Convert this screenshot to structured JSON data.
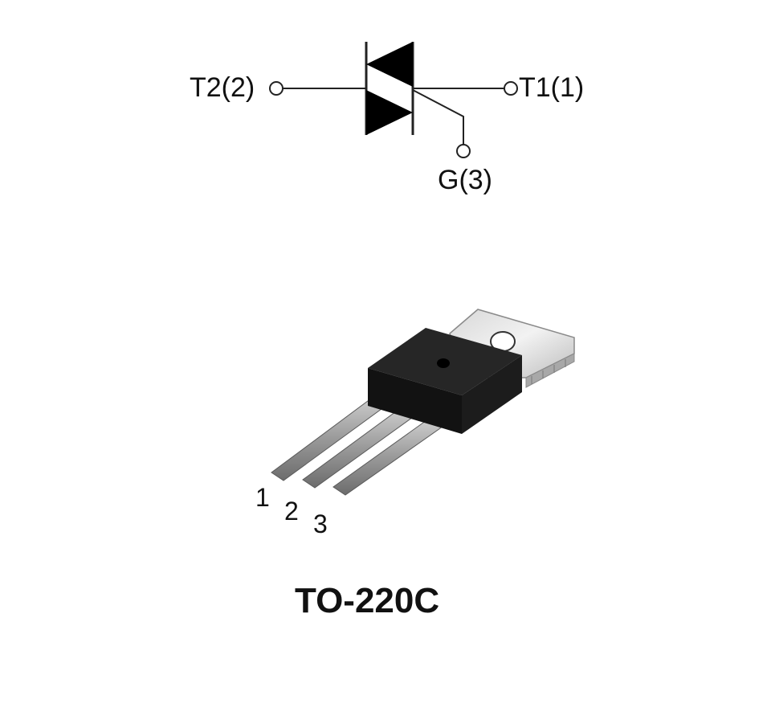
{
  "symbol": {
    "terminal_t2": "T2(2)",
    "terminal_t1": "T1(1)",
    "terminal_gate": "G(3)"
  },
  "package": {
    "pins": [
      "1",
      "2",
      "3"
    ],
    "name": "TO-220C"
  }
}
